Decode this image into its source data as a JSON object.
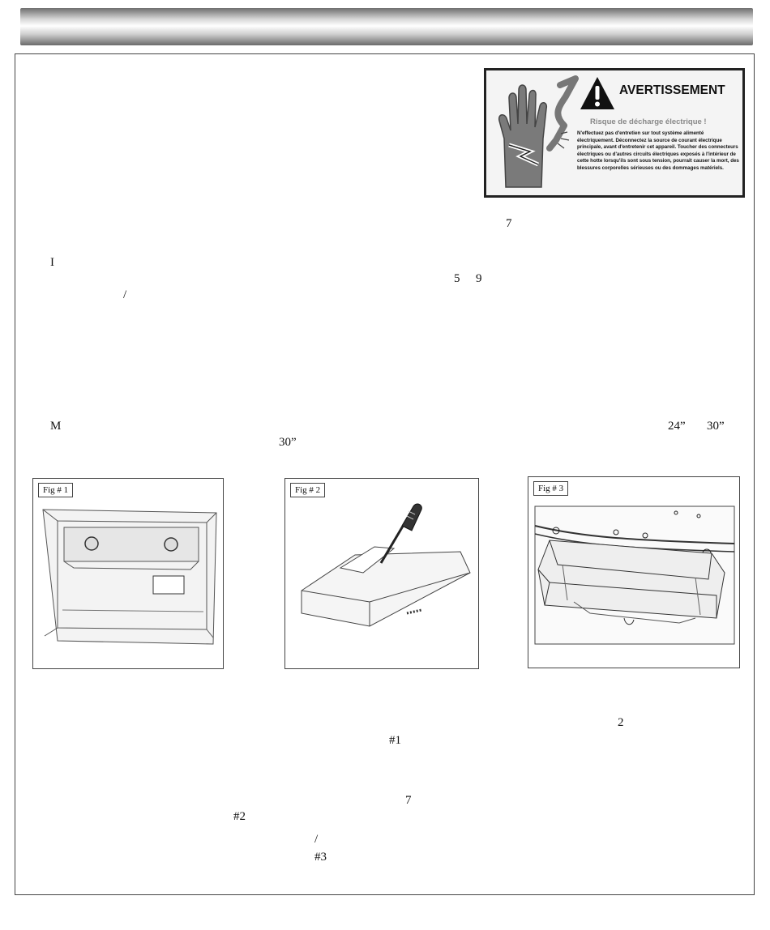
{
  "warning": {
    "title": "AVERTISSEMENT",
    "subtitle": "Risque de décharge électrique !",
    "body": "N'effectuez pas d'entretien sur tout système alimenté électriquement. Déconnectez la source de courant électrique principale, avant d'entretenir cet appareil. Toucher des connecteurs électriques ou d'autres circuits électriques exposés à l'intérieur de cette hotte lorsqu'ils sont sous tension, pourrait causer la mort, des blessures corporelles sérieuses ou des dommages matériels.",
    "accent_color": "#111111",
    "subtitle_color": "#888888",
    "icon": "hand-electric-shock-icon"
  },
  "fragments": {
    "f1": "7",
    "f2": "I",
    "f3": "5",
    "f4": "9",
    "f5": "/",
    "f6": "M",
    "f7": "24”",
    "f8": "30”",
    "f9": "30”",
    "f10": "2",
    "f11": "#1",
    "f12": "7",
    "f13": "#2",
    "f14": "/",
    "f15": "#3"
  },
  "figures": [
    {
      "label": "Fig # 1"
    },
    {
      "label": "Fig # 2"
    },
    {
      "label": "Fig # 3"
    }
  ]
}
